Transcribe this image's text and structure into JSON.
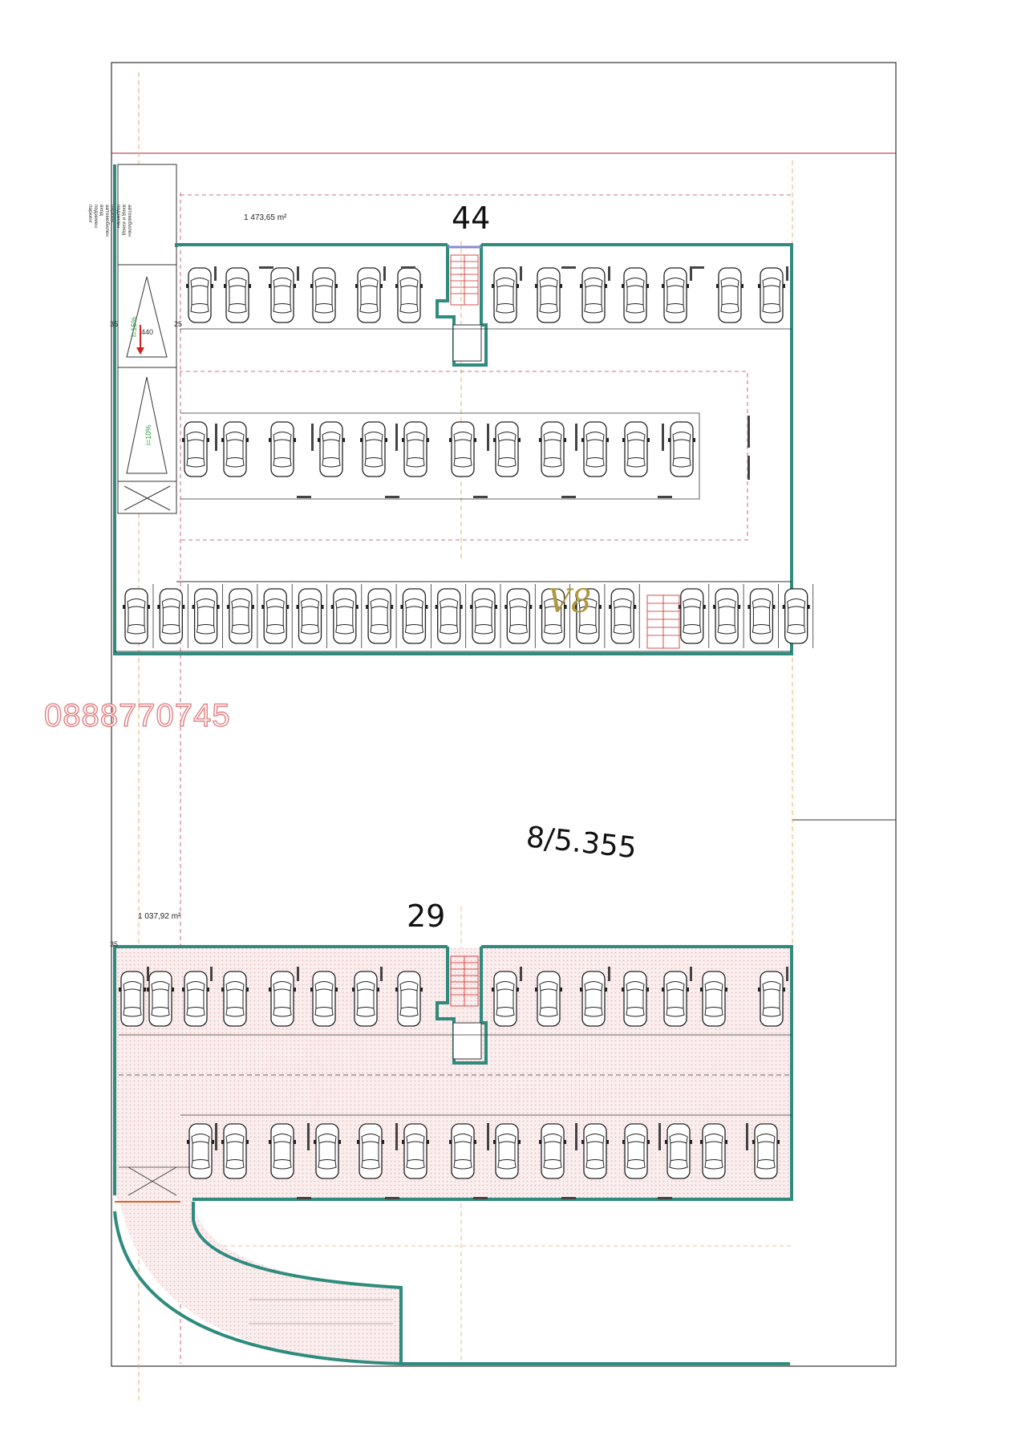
{
  "colors": {
    "wall": "#2e8b7d",
    "line": "#222222",
    "boundary": "#a0203a",
    "axis": "#e0b070",
    "dashed": "#c04060",
    "stair": "#d02020",
    "ramp_green": "#20a040",
    "phone": "#e08080",
    "shade": "#f0d8d8",
    "olive": "#b09840"
  },
  "upper_level": {
    "area": "1 473,65 m²",
    "space_count": "44",
    "ramp_text_1": "i=15%",
    "ramp_text_2": "i=10%",
    "ramp_legend": [
      "автомобилен",
      "вход и изход",
      "подземен",
      "паркинг",
      "автомобилен",
      "вход",
      "подземен",
      "паркинг"
    ],
    "dim_left": "35",
    "dim_right": "25",
    "dim_mid": "440",
    "mark": "V8"
  },
  "lower_level": {
    "area": "1 037,92 m²",
    "space_count": "29",
    "dim_left": "35"
  },
  "plot_label": "8/5.355",
  "phone": "0888770745"
}
